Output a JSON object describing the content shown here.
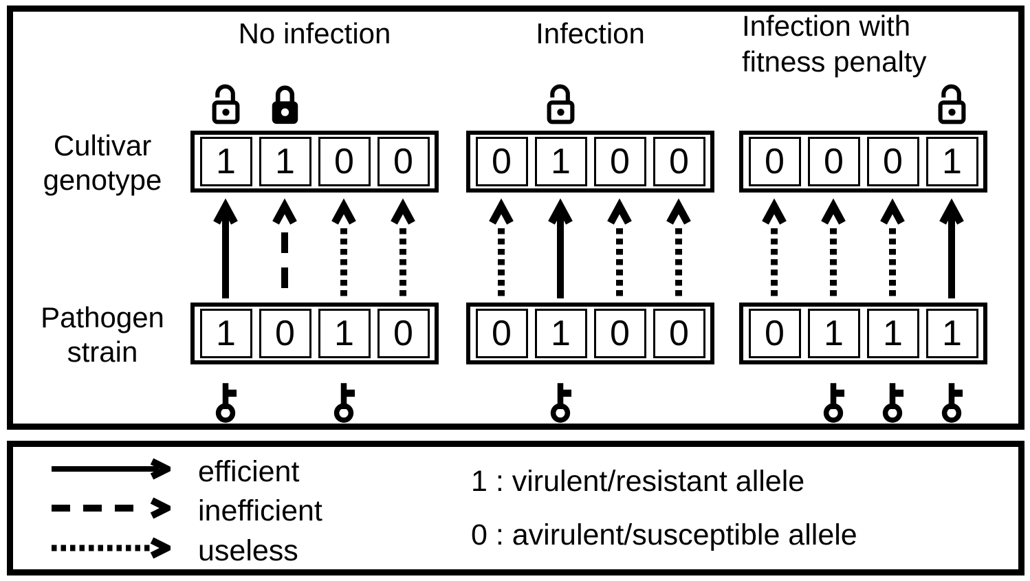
{
  "figure": {
    "row_labels": {
      "cultivar": "Cultivar\ngenotype",
      "pathogen": "Pathogen\nstrain"
    },
    "panels": [
      {
        "title": "No infection",
        "cultivar_genotype": [
          "1",
          "1",
          "0",
          "0"
        ],
        "pathogen_strain": [
          "1",
          "0",
          "1",
          "0"
        ],
        "locks": [
          "open",
          "closed",
          "",
          ""
        ],
        "keys": [
          true,
          false,
          true,
          false
        ],
        "arrows": [
          "efficient",
          "inefficient",
          "useless",
          "useless"
        ]
      },
      {
        "title": "Infection",
        "cultivar_genotype": [
          "0",
          "1",
          "0",
          "0"
        ],
        "pathogen_strain": [
          "0",
          "1",
          "0",
          "0"
        ],
        "locks": [
          "",
          "open",
          "",
          ""
        ],
        "keys": [
          false,
          true,
          false,
          false
        ],
        "arrows": [
          "useless",
          "efficient",
          "useless",
          "useless"
        ]
      },
      {
        "title": "Infection with\nfitness penalty",
        "cultivar_genotype": [
          "0",
          "0",
          "0",
          "1"
        ],
        "pathogen_strain": [
          "0",
          "1",
          "1",
          "1"
        ],
        "locks": [
          "",
          "",
          "",
          "open"
        ],
        "keys": [
          false,
          true,
          true,
          true
        ],
        "arrows": [
          "useless",
          "useless",
          "useless",
          "efficient"
        ]
      }
    ]
  },
  "legend": {
    "arrow_items": [
      {
        "style": "efficient",
        "label": "efficient"
      },
      {
        "style": "inefficient",
        "label": "inefficient"
      },
      {
        "style": "useless",
        "label": "useless"
      }
    ],
    "allele_items": [
      {
        "text": "1 : virulent/resistant allele"
      },
      {
        "text": "0 : avirulent/susceptible allele"
      }
    ]
  },
  "colors": {
    "foreground": "#000000",
    "background": "#ffffff"
  }
}
